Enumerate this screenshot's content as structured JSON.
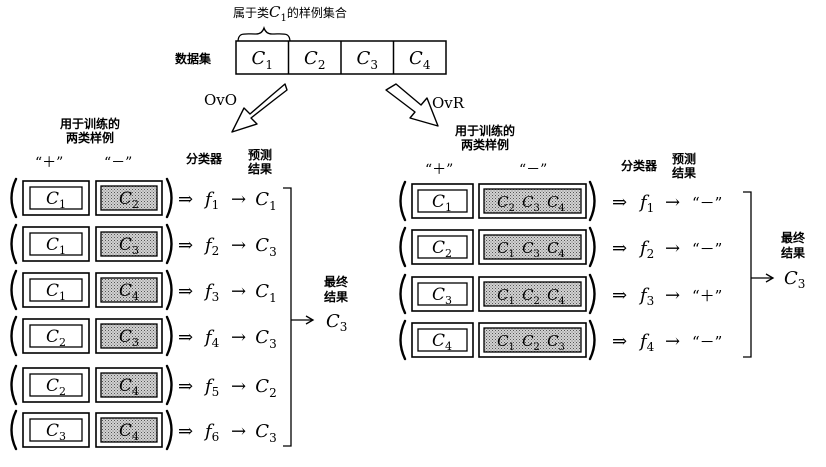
{
  "dataset_label": "数据集",
  "class_subset_caption": "属于类",
  "class_subset_caption_class": "C",
  "class_subset_caption_sub": "1",
  "class_subset_caption_tail": "的样例集合",
  "classes": [
    {
      "letter": "C",
      "sub": "1"
    },
    {
      "letter": "C",
      "sub": "2"
    },
    {
      "letter": "C",
      "sub": "3"
    },
    {
      "letter": "C",
      "sub": "4"
    }
  ],
  "methods": {
    "ovo": "OvO",
    "ovr": "OvR"
  },
  "training_pairs_label_line1": "用于训练的",
  "training_pairs_label_line2": "两类样例",
  "positive_label": "“＋”",
  "negative_label": "“－”",
  "classifier_header": "分类器",
  "prediction_header_line1": "预测",
  "prediction_header_line2": "结果",
  "final_label_line1": "最终",
  "final_label_line2": "结果",
  "implies_symbol": "⇒",
  "arrow_symbol": "→",
  "ovo": {
    "rows": [
      {
        "pos": "1",
        "neg": [
          "2"
        ],
        "clf": "1",
        "pred_letter": "C",
        "pred_sub": "1"
      },
      {
        "pos": "1",
        "neg": [
          "3"
        ],
        "clf": "2",
        "pred_letter": "C",
        "pred_sub": "3"
      },
      {
        "pos": "1",
        "neg": [
          "4"
        ],
        "clf": "3",
        "pred_letter": "C",
        "pred_sub": "1"
      },
      {
        "pos": "2",
        "neg": [
          "3"
        ],
        "clf": "4",
        "pred_letter": "C",
        "pred_sub": "3"
      },
      {
        "pos": "2",
        "neg": [
          "4"
        ],
        "clf": "5",
        "pred_letter": "C",
        "pred_sub": "2"
      },
      {
        "pos": "3",
        "neg": [
          "4"
        ],
        "clf": "6",
        "pred_letter": "C",
        "pred_sub": "3"
      }
    ],
    "final_letter": "C",
    "final_sub": "3"
  },
  "ovr": {
    "rows": [
      {
        "pos": "1",
        "neg": [
          "2",
          "3",
          "4"
        ],
        "clf": "1",
        "pred": "“－”"
      },
      {
        "pos": "2",
        "neg": [
          "1",
          "3",
          "4"
        ],
        "clf": "2",
        "pred": "“－”"
      },
      {
        "pos": "3",
        "neg": [
          "1",
          "2",
          "4"
        ],
        "clf": "3",
        "pred": "“＋”"
      },
      {
        "pos": "4",
        "neg": [
          "1",
          "2",
          "3"
        ],
        "clf": "4",
        "pred": "“－”"
      }
    ],
    "final_letter": "C",
    "final_sub": "3"
  },
  "colors": {
    "ink": "#000000",
    "shade": "#b4b4b4",
    "background": "#ffffff"
  }
}
